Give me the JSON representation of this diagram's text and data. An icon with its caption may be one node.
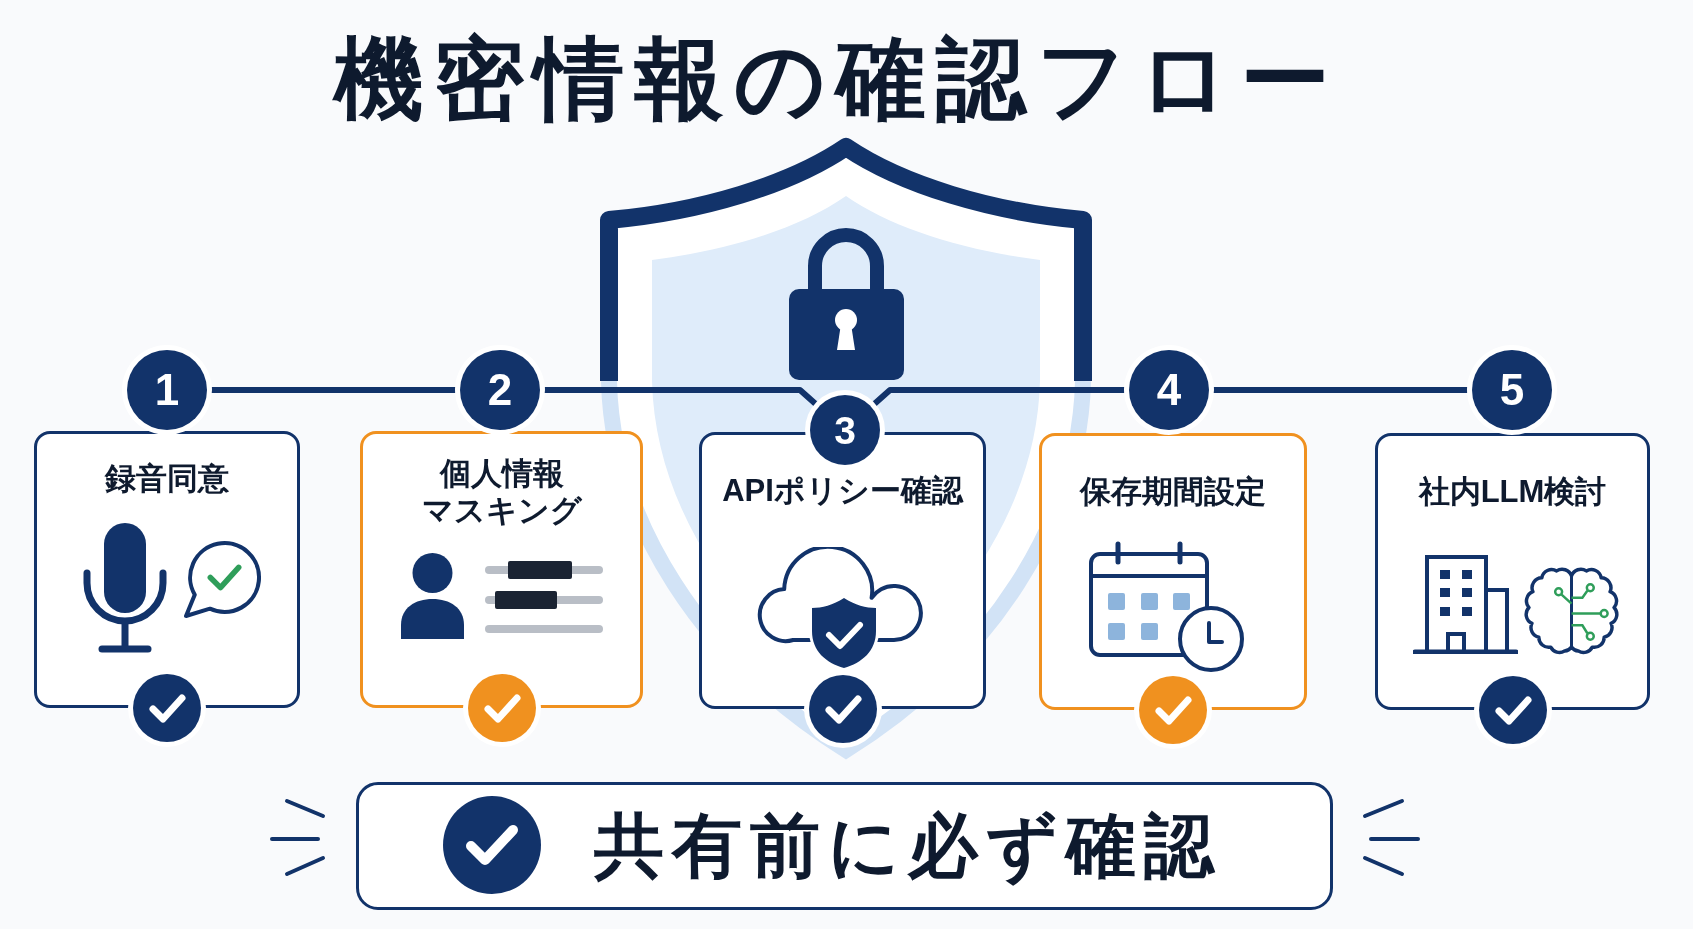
{
  "diagram": {
    "title": "機密情報の確認フロー",
    "nodes": [
      {
        "text": [
          "1"
        ]
      },
      {
        "text": [
          "録音同意"
        ]
      },
      {
        "text": [
          "2"
        ]
      },
      {
        "text": [
          "個人情報マスキング"
        ]
      },
      {
        "text": [
          "3"
        ]
      },
      {
        "text": [
          "APIポリシー確認"
        ]
      },
      {
        "text": [
          "4"
        ]
      },
      {
        "text": [
          "保存期間設定"
        ]
      },
      {
        "text": [
          "5"
        ]
      },
      {
        "text": [
          "社内LLM検討"
        ]
      },
      {
        "text": [
          "共有前に必ず確認"
        ]
      }
    ],
    "edges": [
      {
        "from": 0,
        "to": 2,
        "arrow": "none"
      },
      {
        "from": 2,
        "to": 4,
        "arrow": "none"
      },
      {
        "from": 4,
        "to": 6,
        "arrow": "none"
      },
      {
        "from": 6,
        "to": 8,
        "arrow": "none"
      }
    ]
  }
}
